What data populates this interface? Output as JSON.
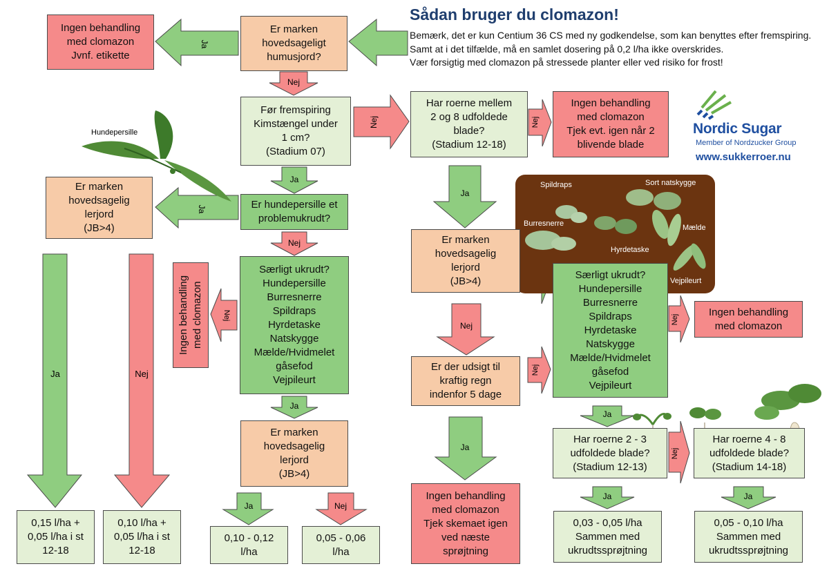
{
  "title": "Sådan bruger du clomazon!",
  "notes": [
    "Bemærk, det er kun Centium 36 CS med ny godkendelse, som kan benyttes efter fremspiring. Samt at i det tilfælde, må en samlet dosering på 0,2 l/ha ikke overskrides.",
    "Vær forsigtig med clomazon på stressede planter eller ved risiko for frost!"
  ],
  "logo": {
    "name": "Nordic Sugar",
    "tagline": "Member of Nordzucker Group",
    "url": "www.sukkerroer.nu",
    "icon": "sugar-beet-leaf-logo-icon"
  },
  "colors": {
    "no_red": "#f58a8a",
    "yes_green": "#8fcd80",
    "question_peach": "#f7cba8",
    "result_light_green": "#e4f0d6",
    "title_blue": "#1f3e6e",
    "photo_brown": "#6b3410"
  },
  "boxes": {
    "q_humus": "Er marken\nhovedsageligt\nhumusjord?",
    "r_no_treat_label": "Ingen behandling\nmed clomazon\nJvnf. etikette",
    "q_pre": "Før fremspiring\nKimstængel under\n1 cm?\n(Stadium 07)",
    "q_roer": "Har roerne mellem\n2 og 8 udfoldede\nblade?\n(Stadium 12-18)",
    "r_no_treat_2leaf": "Ingen behandling\nmed clomazon\nTjek evt. igen når 2\nblivende blade",
    "q_hunde": "Er hundepersille et\nproblemukrudt?",
    "q_ler_left": "Er marken\nhovedsagelig\nlerjord\n(JB>4)",
    "r_no_treat_vert": "Ingen behandling\nmed clomazon",
    "q_ukrudt_left": "Særligt ukrudt?\nHundepersille\nBurresnerre\nSpildraps\nHyrdetaske\nNatskygge\nMælde/Hvidmelet\ngåsefod\nVejpileurt",
    "q_ler_mid": "Er marken\nhovedsagelig\nlerjord\n(JB>4)",
    "q_ler_right": "Er marken\nhovedsagelig\nlerjord\n(JB>4)",
    "q_ukrudt_right": "Særligt ukrudt?\nHundepersille\nBurresnerre\nSpildraps\nHyrdetaske\nNatskygge\nMælde/Hvidmelet\ngåsefod\nVejpileurt",
    "r_no_treat_right": "Ingen behandling\nmed clomazon",
    "q_regn": "Er der udsigt til\nkraftig regn\nindenfor 5 dage",
    "q_roer_2_3": "Har roerne 2 - 3\nudfoldede blade?\n(Stadium 12-13)",
    "q_roer_4_8": "Har roerne 4 - 8\nudfoldede blade?\n(Stadium 14-18)",
    "r_no_treat_next": "Ingen behandling\nmed clomazon\nTjek skemaet igen\nved næste\nsprøjtning",
    "d_015": "0,15 l/ha +\n0,05 l/ha i st\n12-18",
    "d_010": "0,10 l/ha +\n0,05 l/ha i st\n12-18",
    "d_010_012": "0,10 - 0,12\nl/ha",
    "d_005_006": "0,05 - 0,06\nl/ha",
    "d_003_005": "0,03 - 0,05 l/ha\nSammen med\nukrudtssprøjtning",
    "d_005_010": "0,05 - 0,10 l/ha\nSammen med\nukrudtssprøjtning"
  },
  "arrow_labels": {
    "yes": "Ja",
    "no": "Nej"
  },
  "plant_labels": {
    "hundepersille": "Hundepersille",
    "spildraps": "Spildraps",
    "sort_natskygge": "Sort natskygge",
    "burresnerre": "Burresnerre",
    "maelde": "Mælde",
    "hyrdetaske": "Hyrdetaske",
    "vejpileurt": "Vejpileurt"
  }
}
